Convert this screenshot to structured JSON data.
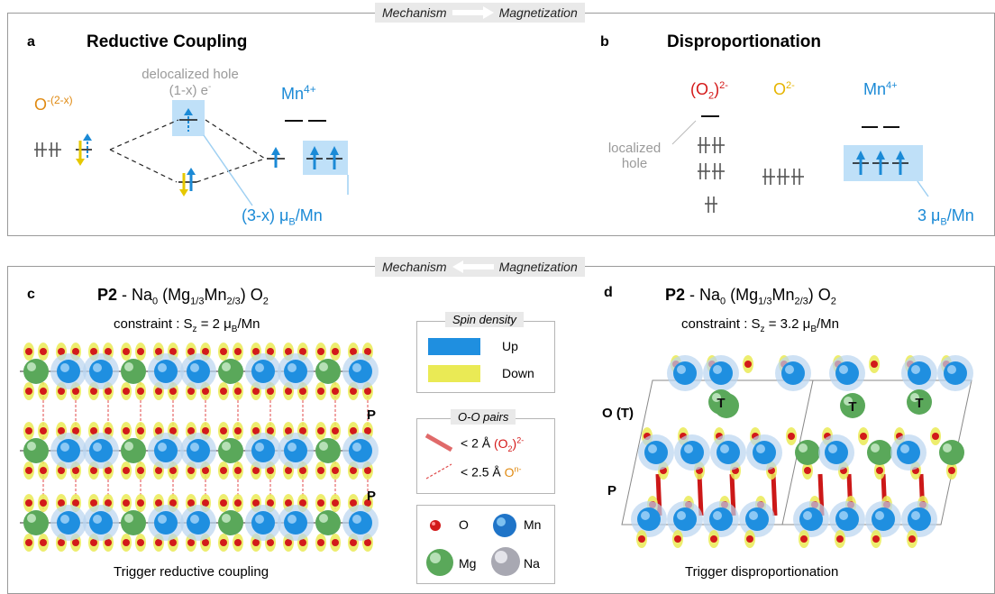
{
  "top_banner": {
    "left": "Mechanism",
    "right": "Magnetization"
  },
  "bottom_banner": {
    "left": "Mechanism",
    "right": "Magnetization"
  },
  "panel_a": {
    "label": "a",
    "title": "Reductive Coupling",
    "oxygen_base": "O",
    "oxygen_charge": "-(2-x)",
    "hole_line1": "delocalized hole",
    "hole_line2": "(1-x) e",
    "hole_sup": "-",
    "mn_base": "Mn",
    "mn_charge": "4+",
    "moment_pre": "(3-x) μ",
    "moment_sub": "B",
    "moment_post": "/Mn"
  },
  "panel_b": {
    "label": "b",
    "title": "Disproportionation",
    "peroxide_base": "(O",
    "peroxide_sub": "2",
    "peroxide_close": ")",
    "peroxide_charge": "2-",
    "oxide_base": "O",
    "oxide_charge": "2-",
    "mn_base": "Mn",
    "mn_charge": "4+",
    "hole_line1": "localized",
    "hole_line2": "hole",
    "moment_pre": "3 μ",
    "moment_sub": "B",
    "moment_post": "/Mn"
  },
  "panel_c": {
    "label": "c",
    "title_bold": "P2",
    "title_rest": " - Na",
    "na_sub": "0",
    "formula_mid": " (Mg",
    "mg_sub": "1/3",
    "formula_mn": "Mn",
    "mn_sub": "2/3",
    "formula_end": ") O",
    "o_sub": "2",
    "constraint_pre": "constraint : S",
    "constraint_sub": "z",
    "constraint_post": " = 2 μ",
    "constraint_unit_sub": "B",
    "constraint_end": "/Mn",
    "layer_label_1": "P",
    "layer_label_2": "P",
    "caption": "Trigger reductive coupling"
  },
  "panel_d": {
    "label": "d",
    "title_bold": "P2",
    "title_rest": " - Na",
    "na_sub": "0",
    "formula_mid": " (Mg",
    "mg_sub": "1/3",
    "formula_mn": "Mn",
    "mn_sub": "2/3",
    "formula_end": ") O",
    "o_sub": "2",
    "constraint_pre": "constraint : S",
    "constraint_sub": "z",
    "constraint_post": " = 3.2 μ",
    "constraint_unit_sub": "B",
    "constraint_end": "/Mn",
    "layer_label_ot": "O (T)",
    "layer_label_p": "P",
    "tetra_marker": "T",
    "caption": "Trigger disproportionation"
  },
  "legend_spin": {
    "title": "Spin density",
    "up": "Up",
    "down": "Down",
    "up_color": "#1f8fe0",
    "down_color": "#eaea55"
  },
  "legend_pairs": {
    "title": "O-O pairs",
    "short_pre": "< 2 Å ",
    "short_species": "(O",
    "short_sub": "2",
    "short_close": ")",
    "short_charge": "2-",
    "long_pre": "< 2.5 Å ",
    "long_species": "O",
    "long_charge": "n-"
  },
  "legend_atoms": {
    "o": "O",
    "mn": "Mn",
    "mg": "Mg",
    "na": "Na"
  },
  "colors": {
    "mn_blue": "#1b8ad6",
    "oxygen_orange": "#e08a12",
    "peroxide_red": "#d41818",
    "oxide_gold": "#e6b400",
    "mg_green": "#5aa85a",
    "o_red": "#d21a1a"
  }
}
